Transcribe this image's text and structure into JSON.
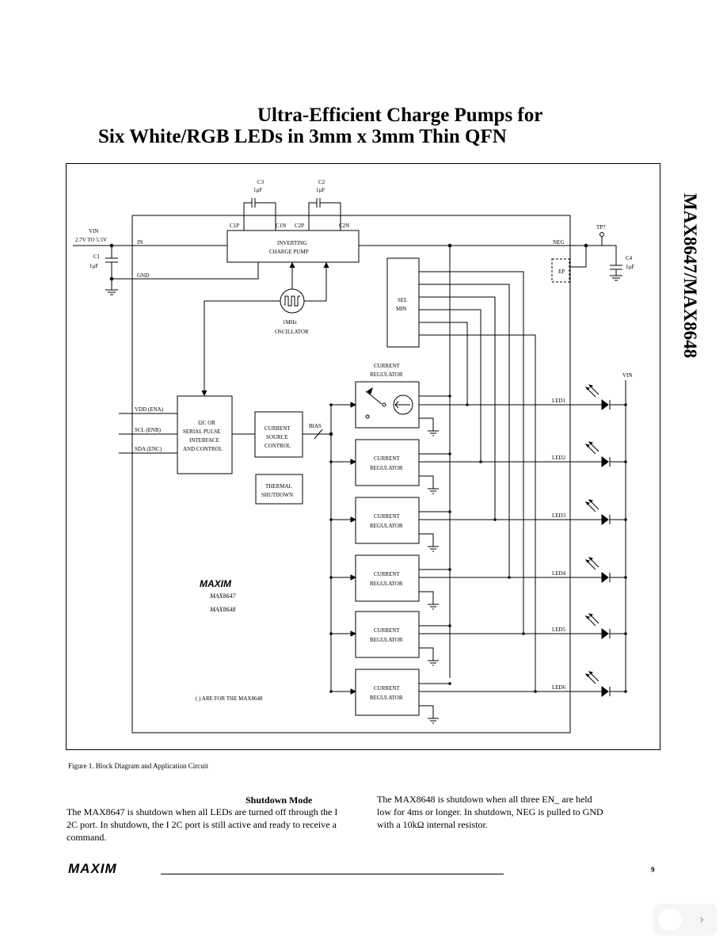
{
  "header": {
    "title_line1": "Ultra-Efficient Charge Pumps for",
    "title_line2": "Six White/RGB LEDs in 3mm x 3mm Thin QFN",
    "side_title": "MAX8647/MAX8648"
  },
  "diagram": {
    "c3": "C3",
    "c3_val": "1µF",
    "c2": "C2",
    "c2_val": "1µF",
    "c1": "C1",
    "c1_val": "1µF",
    "c4": "C4",
    "c4_val": "1µF",
    "vin_label": "VIN",
    "vin_range": "2.7V TO 5.5V",
    "in_pin": "IN",
    "gnd_pin": "GND",
    "c1p": "C1P",
    "c1n": "C1N",
    "c2p": "C2P",
    "c2n": "C2N",
    "charge_pump_l1": "INVERTING",
    "charge_pump_l2": "CHARGE PUMP",
    "neg_pin": "NEG",
    "tp7": "TP7",
    "ep": "EP",
    "sel_l1": "SEL",
    "sel_l2": "MIN",
    "osc_l1": "1MHz",
    "osc_l2": "OSCILLATOR",
    "vdd": "VDD (ENA)",
    "scl": "SCL (ENB)",
    "sda": "SDA (ENC)",
    "iface_l1": "I2C OR",
    "iface_l2": "SERIAL PULSE",
    "iface_l3": "INTERFACE",
    "iface_l4": "AND CONTROL",
    "csc_l1": "CURRENT",
    "csc_l2": "SOURCE",
    "csc_l3": "CONTROL",
    "ts_l1": "THERMAL",
    "ts_l2": "SHUTDOWN",
    "bias": "BIAS",
    "reg_l1": "CURRENT",
    "reg_l2": "REGULATOR",
    "led_labels": [
      "LED1",
      "LED2",
      "LED3",
      "LED4",
      "LED5",
      "LED6"
    ],
    "vin_right": "VIN",
    "logo": "MAXIM",
    "part1": "MAX8647",
    "part2": "MAX8648",
    "note": "( ) ARE FOR THE MAX8648"
  },
  "caption": "Figure 1. Block Diagram and Application Circuit",
  "body": {
    "shutdown_heading": "Shutdown Mode",
    "para1": "The MAX8647 is shutdown when all LEDs are turned off through the I 2C port. In shutdown, the I 2C port is still active and ready to receive a command.",
    "para2": "The MAX8648 is shutdown when all three EN_ are held low for 4ms or longer. In shutdown, NEG is pulled to GND with a 10kΩ internal resistor."
  },
  "footer": {
    "logo": "MAXIM",
    "page_number": "9"
  }
}
